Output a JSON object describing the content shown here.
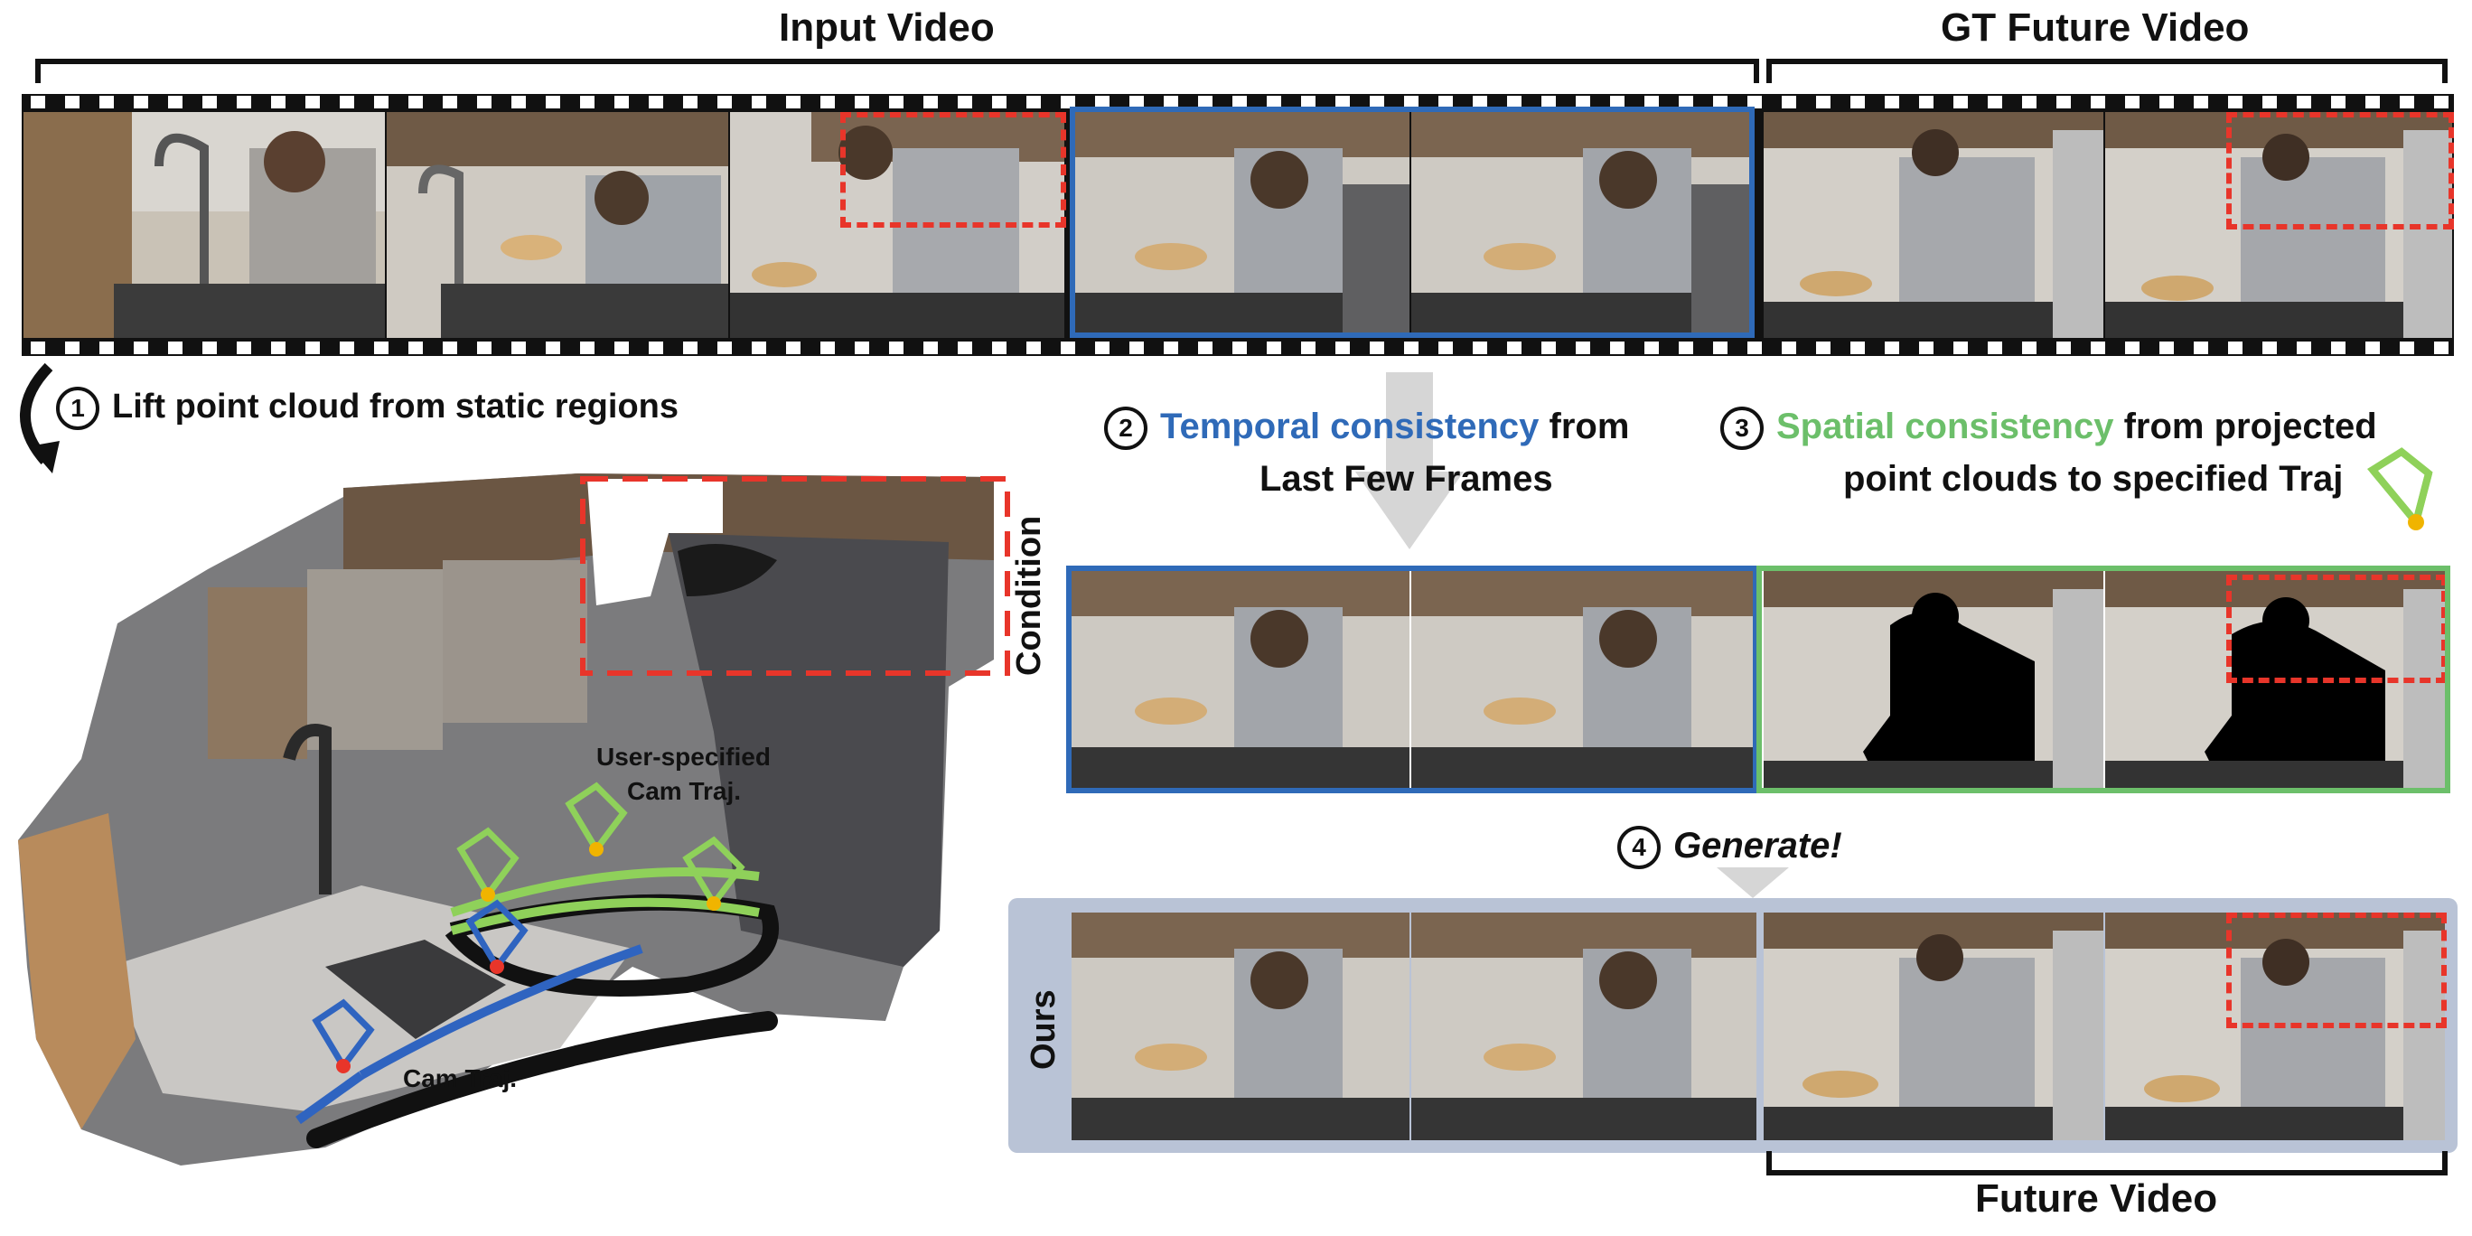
{
  "labels": {
    "input_video": "Input Video",
    "gt_future_video": "GT Future Video",
    "future_video": "Future Video",
    "condition": "Condition",
    "ours": "Ours"
  },
  "steps": {
    "step1": {
      "num": "1",
      "text": "Lift point cloud from static regions"
    },
    "step2": {
      "num": "2",
      "highlight": "Temporal consistency",
      "rest_line1": " from",
      "line2": "Last Few Frames"
    },
    "step3": {
      "num": "3",
      "highlight": "Spatial consistency",
      "rest_line1": " from projected",
      "line2": "point clouds to specified Traj"
    },
    "step4": {
      "num": "4",
      "text": "Generate!"
    }
  },
  "pointcloud": {
    "user_traj_label_1": "User-specified",
    "user_traj_label_2": "Cam Traj.",
    "cam_traj_label": "Cam Traj."
  },
  "colors": {
    "temporal_blue": "#2f6ab8",
    "spatial_green": "#6cbf6a",
    "dashed_red": "#e8352a",
    "traj_green": "#8fd15a",
    "traj_blue": "#2f64c0",
    "ours_bg": "#b9c3d6",
    "arrow_gray": "#d6d6d6"
  }
}
